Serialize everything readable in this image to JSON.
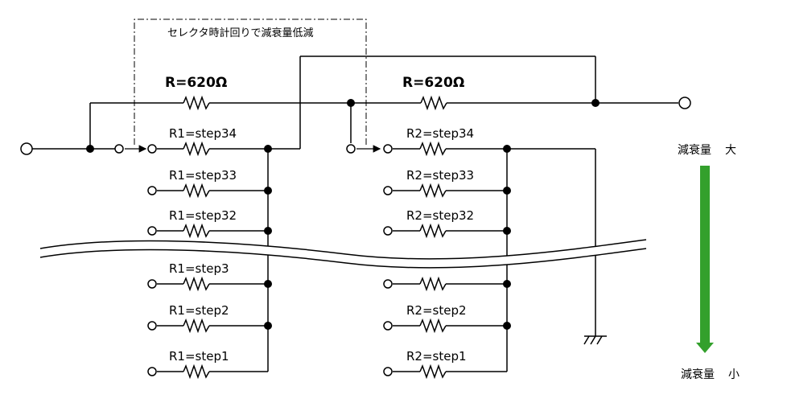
{
  "title_note": "セレクタ時計回りで減衰量低減",
  "fixed_resistors": {
    "left": "R=620Ω",
    "right": "R=620Ω"
  },
  "r1_steps": [
    "R1=step34",
    "R1=step33",
    "R1=step32",
    "R1=step3",
    "R1=step2",
    "R1=step1"
  ],
  "r2_steps": [
    "R2=step34",
    "R2=step33",
    "R2=step32",
    "R2=step2",
    "R2=step1"
  ],
  "attenuation": {
    "top_label": "減衰量",
    "top_value": "大",
    "bottom_label": "減衰量",
    "bottom_value": "小",
    "arrow_color": "#33a02c"
  }
}
